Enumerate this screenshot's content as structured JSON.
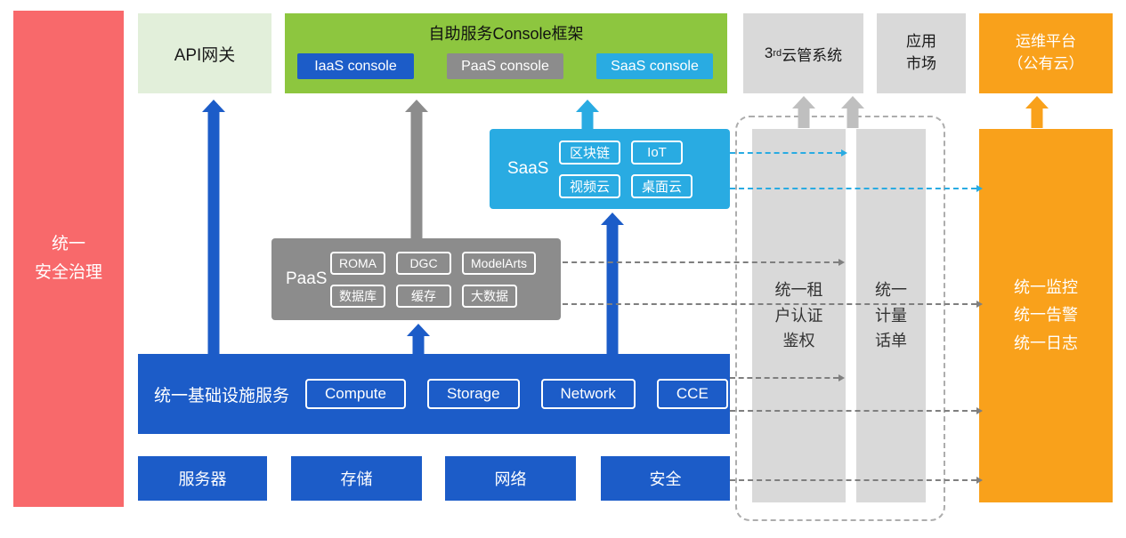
{
  "colors": {
    "blue": "#1C5CC8",
    "cyan": "#29ABE2",
    "green": "#8DC63F",
    "light_green": "#E2EFDA",
    "gray": "#8C8C8C",
    "light_gray": "#D9D9D9",
    "orange": "#F9A11B",
    "red": "#F8696B"
  },
  "security_bar": {
    "label": "统一\n安全治理"
  },
  "api_gateway": {
    "label": "API网关"
  },
  "console_frame": {
    "title": "自助服务Console框架",
    "consoles": [
      {
        "label": "IaaS console"
      },
      {
        "label": "PaaS console"
      },
      {
        "label": "SaaS console"
      }
    ]
  },
  "third_party": {
    "pre": "3",
    "sup": "rd",
    "post": "云管系统"
  },
  "app_market": {
    "label": "应用\n市场"
  },
  "om_platform": {
    "label": "运维平台\n（公有云）"
  },
  "saas": {
    "label": "SaaS",
    "items": [
      "区块链",
      "IoT",
      "视频云",
      "桌面云"
    ]
  },
  "paas": {
    "label": "PaaS",
    "items": [
      "ROMA",
      "DGC",
      "ModelArts",
      "数据库",
      "缓存",
      "大数据"
    ]
  },
  "infra": {
    "label": "统一基础设施服务",
    "items": [
      "Compute",
      "Storage",
      "Network",
      "CCE"
    ]
  },
  "hardware": {
    "items": [
      "服务器",
      "存储",
      "网络",
      "安全"
    ]
  },
  "auth_bar": {
    "label": "统一租\n户认证\n鉴权"
  },
  "billing_bar": {
    "label": "统一\n计量\n话单"
  },
  "monitor_bar": {
    "label": "统一监控\n统一告警\n统一日志"
  }
}
